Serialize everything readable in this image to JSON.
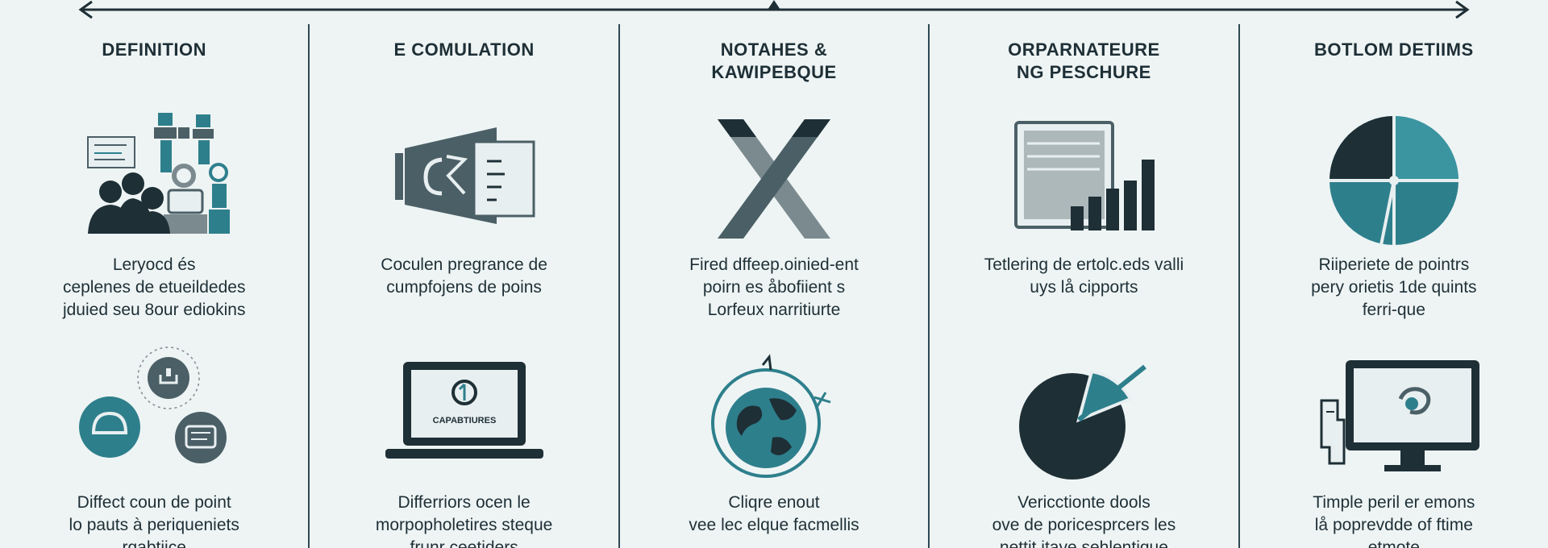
{
  "columns": [
    {
      "title": "DEFINITION",
      "text1": "Leryocd és\nceplenes de etueildedes\njduied seu 8our ediokins",
      "text2": "Diffect coun de point\nlo pauts à periqueniets\nrgabtiice",
      "icon1": "audience-podium-icon",
      "icon2": "discussion-circles-icon"
    },
    {
      "title": "E COMULATION",
      "text1": "Coculen pregrance de\ncumpfojens de poins",
      "text2": "Differriors ocen le\nmorpopholetires steque\nfrunr ceetiders",
      "icon1": "projector-slide-icon",
      "icon2": "laptop-icon",
      "icon2_label": "CAPABTIURES"
    },
    {
      "title": "NOTAHES &\nKAWIPEBQUE",
      "text1": "Fired dffeep.oinied-ent\npoirn es åbofiient s\nLorfeux narritiurte",
      "text2": "Cliqre enout\nvee lec elque facmellis",
      "icon1": "cross-ribbon-icon",
      "icon2": "globe-icon"
    },
    {
      "title": "ORPARNATEURE\nNG PESCHURE",
      "text1": "Tetlering de ertolc.eds valli\nuys lå cipports",
      "text2": "Vericctionte dools\nove de poricesprcers les\nnettit itave sehlentique",
      "icon1": "document-bar-chart-icon",
      "icon2": "pie-slice-icon"
    },
    {
      "title": "BOTLOM DETIIMS",
      "text1": "Riiperiete de pointrs\npery orietis 1de quints\nferri-que",
      "text2": "Timple peril er emons\nlå poprevdde of ftime\netmote",
      "icon1": "pie-chart-icon",
      "icon2": "monitor-icon"
    }
  ],
  "colors": {
    "dark": "#1e2f36",
    "teal": "#2e7f8c",
    "slate": "#4b5f66",
    "grey": "#7b8a8f",
    "light": "#e8eff0"
  }
}
